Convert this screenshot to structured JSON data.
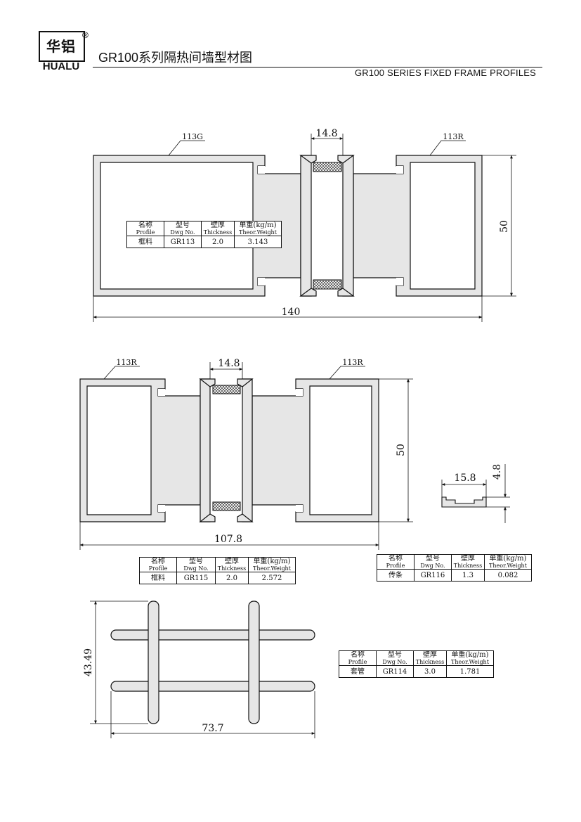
{
  "header": {
    "logo_cn": "华铝",
    "logo_en": "HUALU",
    "registered_mark": "®",
    "title_cn": "GR100系列隔热间墙型材图",
    "subtitle_en": "GR100 SERIES FIXED FRAME PROFILES"
  },
  "table_headers": {
    "name_cn": "名称",
    "name_en": "Profile",
    "dwg_cn": "型号",
    "dwg_en": "Dwg No.",
    "thk_cn": "壁厚",
    "thk_en": "Thickness",
    "wt_cn": "单重(kg/m)",
    "wt_en": "Theor.Weight"
  },
  "drawings": {
    "gr113": {
      "label_left": "113G",
      "label_right": "113R",
      "dim_top": "14.8",
      "dim_width": "140",
      "dim_height": "50",
      "spec": {
        "name": "框料",
        "dwg": "GR113",
        "thickness": "2.0",
        "weight": "3.143"
      }
    },
    "gr115": {
      "label_left": "113R",
      "label_right": "113R",
      "dim_top": "14.8",
      "dim_width": "107.8",
      "dim_height": "50",
      "spec": {
        "name": "框料",
        "dwg": "GR115",
        "thickness": "2.0",
        "weight": "2.572"
      }
    },
    "gr116": {
      "dim_width": "15.8",
      "dim_height": "4.8",
      "spec": {
        "name": "传条",
        "dwg": "GR116",
        "thickness": "1.3",
        "weight": "0.082"
      }
    },
    "gr114": {
      "dim_width": "73.7",
      "dim_height": "43.49",
      "spec": {
        "name": "套管",
        "dwg": "GR114",
        "thickness": "3.0",
        "weight": "1.781"
      }
    }
  }
}
